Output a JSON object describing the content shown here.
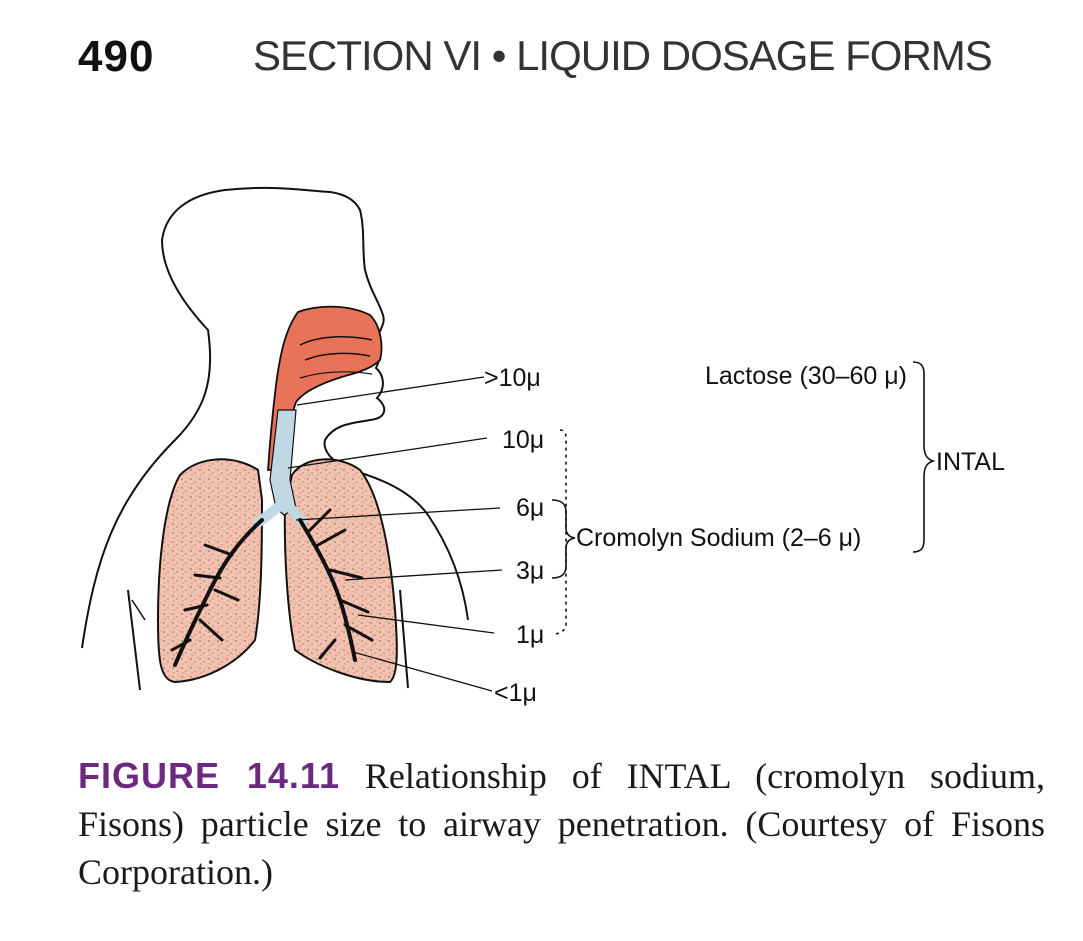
{
  "header": {
    "page_number": "490",
    "section_title": "SECTION VI • LIQUID DOSAGE FORMS"
  },
  "figure": {
    "size_labels": [
      ">10μ",
      "10μ",
      "6μ",
      "3μ",
      "1μ",
      "<1μ"
    ],
    "lactose_label": "Lactose (30–60 μ)",
    "cromolyn_label": "Cromolyn Sodium (2–6 μ)",
    "intal_label": "INTAL"
  },
  "caption": {
    "figure_number": "FIGURE 14.11",
    "text": "Relationship of INTAL (cromolyn sodium, Fisons) particle size to airway penetration. (Courtesy of Fisons Corporation.)"
  },
  "colors": {
    "nasal_cavity": "#e87358",
    "lungs": "#f3c1ad",
    "trachea": "#bfd8e3",
    "caption_label": "#6b2a7f"
  }
}
